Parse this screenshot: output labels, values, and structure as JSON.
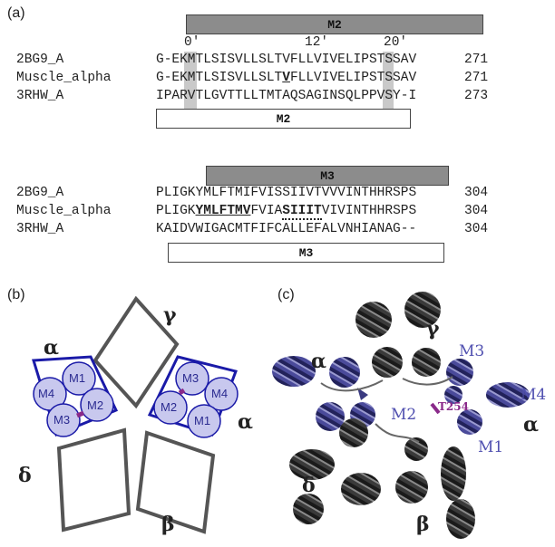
{
  "panel_a": {
    "label": "(a)",
    "m2_top_bar": "M2",
    "m2_bottom_bar": "M2",
    "m3_top_bar": "M3",
    "m3_bottom_bar": "M3",
    "position_labels": [
      "0′",
      "12′",
      "20′"
    ],
    "m2_alignment": [
      {
        "name": "2BG9_A",
        "seq": "G-EKMTLSISVLLSLTVFLLVIVELIPSTSSAV",
        "end": "271"
      },
      {
        "name": "Muscle_alpha",
        "seq": "G-EKMTLSISVLLSLTVFLLVIVELIPSTSSAV",
        "end": "271"
      },
      {
        "name": "3RHW_A",
        "seq": "IPARVTLGVTTLLTMTAQSAGINSQLPPVSY-I",
        "end": "273"
      }
    ],
    "m3_alignment": [
      {
        "name": "2BG9_A",
        "seq": "PLIGKYMLFTMIFVISSIIVTVVVINTHHRSPS",
        "end": "304"
      },
      {
        "name": "Muscle_alpha",
        "seq": "PLIGKYMLFTMVFVIASIIITVIVINTHHRSPS",
        "end": "304"
      },
      {
        "name": "3RHW_A",
        "seq": "KAIDVWIGACMTFIFCALLEFALVNHIANAG--",
        "end": "304"
      }
    ]
  },
  "panel_b": {
    "label": "(b)",
    "subunits": {
      "gamma": "γ",
      "alpha_left": "α",
      "alpha_right": "α",
      "delta": "δ",
      "beta": "β"
    },
    "helices_left": [
      "M1",
      "M4",
      "M2",
      "M3"
    ],
    "helices_right": [
      "M3",
      "M4",
      "M2",
      "M1"
    ]
  },
  "panel_c": {
    "label": "(c)",
    "subunits": {
      "gamma": "γ",
      "alpha_left": "α",
      "alpha_right": "α",
      "delta": "δ",
      "beta": "β"
    },
    "helix_labels": {
      "m1": "M1",
      "m2": "M2",
      "m3": "M3",
      "m4": "M4"
    },
    "residue_label": "T254"
  },
  "colors": {
    "alpha_blue": "#1a1aa8",
    "helix_fill": "#c8c8ee",
    "helix_text": "#2a2a90",
    "label_blue": "#5050b0",
    "residue_purple": "#8a2a8a",
    "bar_gray": "#8c8c8c",
    "highlight_gray": "#c9c9c9",
    "diamond_gray": "#555555",
    "ribbon_dark": "#2e2e2e",
    "ribbon_blue": "#3a3a80"
  }
}
